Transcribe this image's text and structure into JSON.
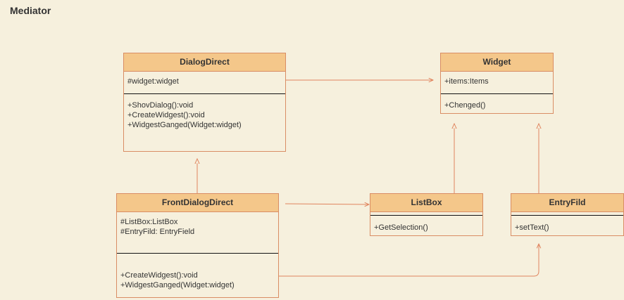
{
  "diagram": {
    "title": "Mediator",
    "colors": {
      "background": "#f6f0dd",
      "header": "#f4c78a",
      "border": "#d98d64",
      "arrow": "#e0845e"
    },
    "classes": {
      "dialog_direct": {
        "name": "DialogDirect",
        "attributes": [
          "#widget:widget"
        ],
        "operations": [
          "+ShovDialog():void",
          "+CreateWidgest():void",
          "+WidgestGanged(Widget:widget)"
        ]
      },
      "widget": {
        "name": "Widget",
        "attributes": [
          "+items:Items"
        ],
        "operations": [
          "+Chenged()"
        ]
      },
      "front_dialog_direct": {
        "name": "FrontDialogDirect",
        "attributes": [
          "#ListBox:ListBox",
          "#EntryFild: EntryField"
        ],
        "operations": [
          "+CreateWidgest():void",
          "+WidgestGanged(Widget:widget)"
        ]
      },
      "list_box": {
        "name": "ListBox",
        "attributes": [],
        "operations": [
          "+GetSelection()"
        ]
      },
      "entry_fild": {
        "name": "EntryFild",
        "attributes": [],
        "operations": [
          "+setText()"
        ]
      }
    },
    "relations": [
      {
        "from": "DialogDirect",
        "to": "Widget",
        "type": "association"
      },
      {
        "from": "FrontDialogDirect",
        "to": "DialogDirect",
        "type": "generalization"
      },
      {
        "from": "ListBox",
        "to": "Widget",
        "type": "generalization"
      },
      {
        "from": "EntryFild",
        "to": "Widget",
        "type": "generalization"
      },
      {
        "from": "FrontDialogDirect",
        "to": "ListBox",
        "type": "association"
      },
      {
        "from": "FrontDialogDirect",
        "to": "EntryFild",
        "type": "association"
      }
    ]
  }
}
